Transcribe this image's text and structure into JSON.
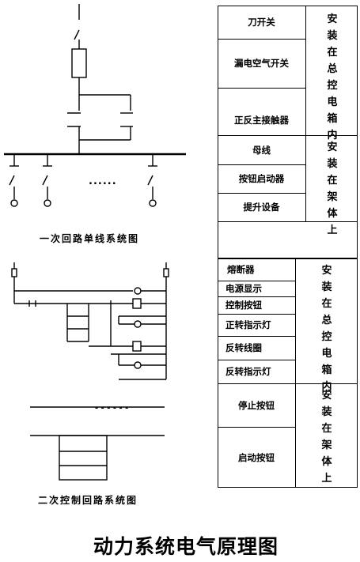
{
  "primary_caption": "一次回路单线系统图",
  "secondary_caption": "二次控制回路系统图",
  "main_title": "动力系统电气原理图",
  "top_section": {
    "items": [
      "刀开关",
      "漏电空气开关",
      "正反主接触器"
    ],
    "location": "安装在总控电箱内"
  },
  "frame_section": {
    "items": [
      "母线",
      "按钮启动器",
      "提升设备"
    ],
    "location": "安装在架体上"
  },
  "box_section": {
    "items": [
      "熔断器",
      "电源显示",
      "控制按钮",
      "正转指示灯",
      "反转线圈",
      "反转指示灯"
    ],
    "location": "安装在总控电箱内"
  },
  "button_section": {
    "items": [
      "停止按钮",
      "启动按钮"
    ],
    "location": "安装在架体上"
  },
  "branch_ellipsis": "......"
}
